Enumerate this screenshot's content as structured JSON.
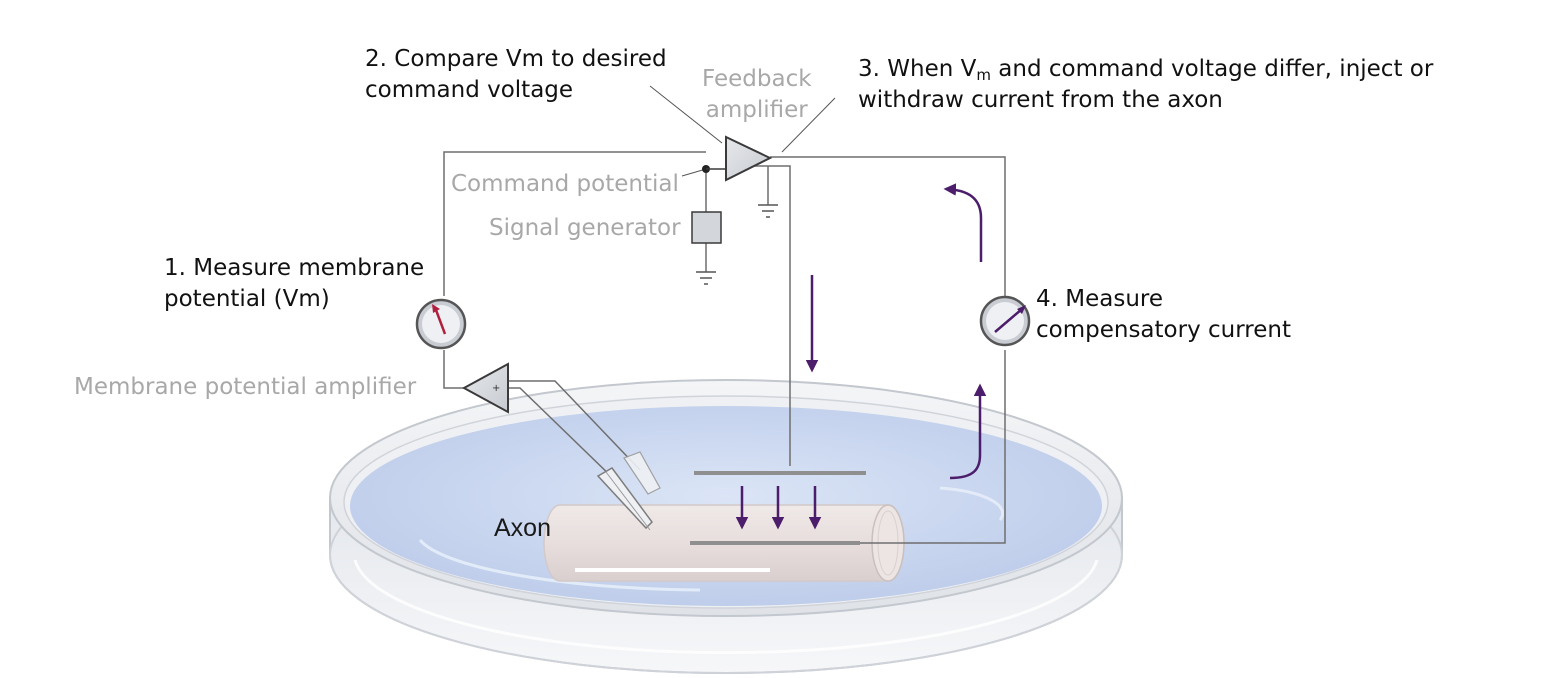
{
  "steps": {
    "step1": {
      "line1": "1. Measure membrane",
      "line2": "potential (Vm)"
    },
    "step2": {
      "line1": "2. Compare Vm to desired",
      "line2": "command voltage"
    },
    "step3": {
      "prefix": "3. When V",
      "subscript": "m",
      "suffix": " and command voltage differ, inject or",
      "line2": "withdraw current from the axon"
    },
    "step4": {
      "line1": "4. Measure",
      "line2": "compensatory current"
    }
  },
  "components": {
    "feedback_amplifier": {
      "line1": "Feedback",
      "line2": "amplifier"
    },
    "command_potential": "Command potential",
    "signal_generator": "Signal generator",
    "membrane_potential_amplifier": "Membrane potential amplifier",
    "amplifier_polarity_symbol": "+",
    "axon": "Axon"
  },
  "colors": {
    "current_arrow": "#4b1d6b",
    "voltmeter_needle": "#b0203e",
    "wire": "#6e6e6e",
    "bath_fluid": "#c9d7ef",
    "label_gray": "#a8a8a8"
  },
  "icons": [
    "voltmeter-icon",
    "ammeter-icon",
    "ground-icon",
    "amplifier-icon",
    "signal-generator-icon",
    "electrode-icon",
    "current-arrow-icon"
  ]
}
